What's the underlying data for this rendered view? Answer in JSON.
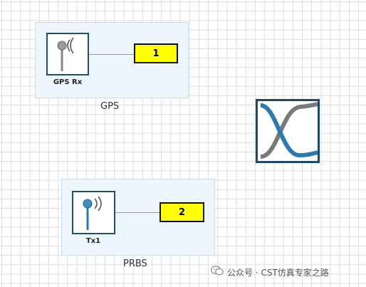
{
  "canvas": {
    "gps_group": {
      "block_label": "GPS Rx",
      "port_label": "1",
      "title": "GPS",
      "icon": "antenna-receiver-icon"
    },
    "prbs_group": {
      "block_label": "Tx1",
      "port_label": "2",
      "title": "PRBS",
      "icon": "antenna-transmitter-icon"
    },
    "crossing_block": {
      "icon": "crossing-curves-icon"
    }
  },
  "watermark": {
    "text": "公众号 · CST仿真专家之路",
    "icon": "wechat-icon"
  },
  "colors": {
    "port_fill": "#ffff00",
    "group_fill": "#eef6fd",
    "block_border": "#1f4e6b",
    "curve_blue": "#2b7ab0",
    "curve_gray": "#7a7a7a"
  }
}
